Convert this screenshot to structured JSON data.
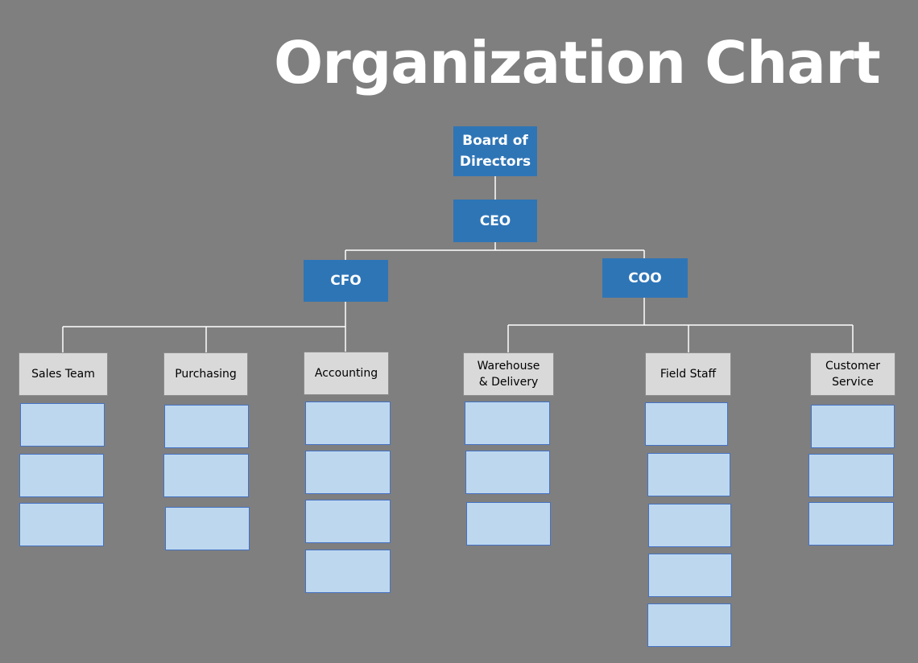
{
  "title": "Organization Chart",
  "nodes": {
    "board": "Board of Directors",
    "ceo": "CEO",
    "cfo": "CFO",
    "coo": "COO",
    "sales": "Sales Team",
    "purchasing": "Purchasing",
    "accounting": "Accounting",
    "warehouse": "Warehouse & Delivery",
    "field": "Field Staff",
    "customer": "Customer Service"
  },
  "colors": {
    "background": "#7f7f7f",
    "executive_fill": "#2e75b6",
    "department_fill": "#d9d9d9",
    "placeholder_fill": "#bdd7ee",
    "placeholder_border": "#4472c4",
    "connector": "#ffffff"
  }
}
